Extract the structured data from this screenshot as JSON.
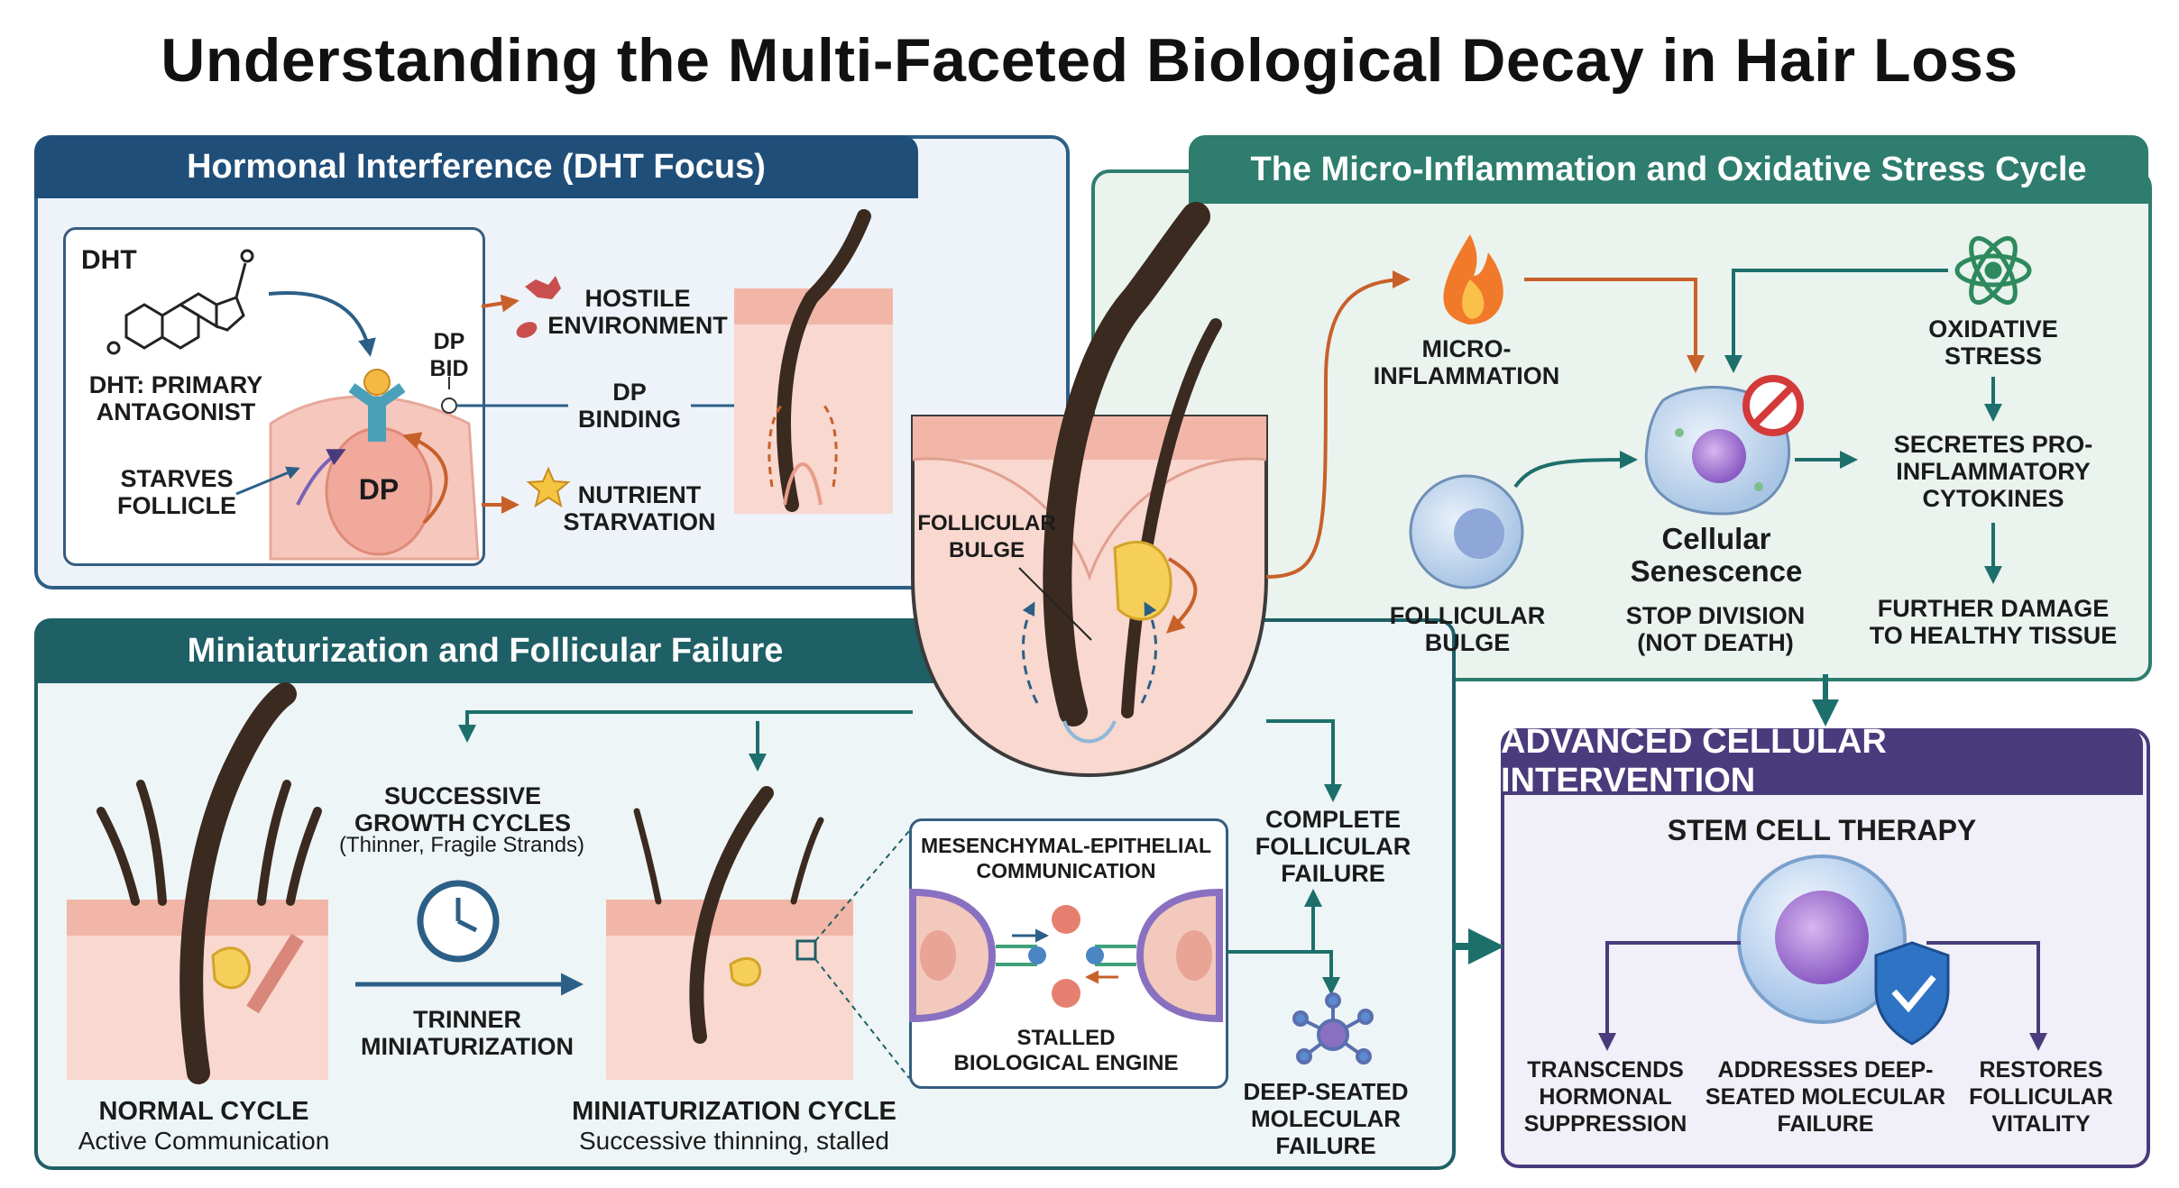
{
  "title": "Understanding the Multi-Faceted Biological Decay in Hair Loss",
  "colors": {
    "navy": "#1f4e79",
    "teal": "#2e7d6e",
    "purple": "#4a3b7c",
    "arrow_orange": "#c8602a",
    "arrow_teal": "#1d6f6b",
    "skin": "#f6d3c9",
    "hair": "#3b2a20"
  },
  "hormonal": {
    "header": "Hormonal Interference (DHT Focus)",
    "dht": "DHT",
    "primary_antagonist": "DHT: PRIMARY ANTAGONIST",
    "starves_follicle": "STARVES FOLLICLE",
    "dp": "DP",
    "dp_bid": "DP BID",
    "hostile_environment": "HOSTILE ENVIRONMENT",
    "dp_binding": "DP BINDING",
    "nutrient_starvation": "NUTRIENT STARVATION"
  },
  "center": {
    "follicular_bulge": "FOLLICULAR BULGE"
  },
  "inflammation": {
    "header": "The Micro-Inflammation and Oxidative Stress Cycle",
    "micro_inflammation": "MICRO- INFLAMMATION",
    "oxidative_stress": "OXIDATIVE STRESS",
    "secretes": "SECRETES PRO-INFLAMMATORY CYTOKINES",
    "cellular_senescence": "Cellular Senescence",
    "stop_division": "STOP DIVISION (NOT DEATH)",
    "follicular_bulge": "FOLLICULAR BULGE",
    "further_damage": "FURTHER DAMAGE TO HEALTHY TISSUE"
  },
  "miniaturization": {
    "header": "Miniaturization and Follicular Failure",
    "successive_growth": "SUCCESSIVE GROWTH CYCLES",
    "thinner_fragile": "(Thinner, Fragile Strands)",
    "trinner": "TRINNER MINIATURIZATION",
    "normal_cycle": "NORMAL CYCLE",
    "active_communication": "Active Communication",
    "miniaturization_cycle": "MINIATURIZATION CYCLE",
    "successive_thinning": "Successive thinning, stalled",
    "mesenchymal": "MESENCHYMAL-EPITHELIAL COMMUNICATION",
    "stalled_engine": "STALLED BIOLOGICAL ENGINE",
    "complete_failure": "COMPLETE FOLLICULAR FAILURE",
    "deep_seated": "DEEP-SEATED MOLECULAR FAILURE"
  },
  "intervention": {
    "header": "ADVANCED CELLULAR INTERVENTION",
    "stem_cell": "STEM CELL THERAPY",
    "transcends": "TRANSCENDS HORMONAL SUPPRESSION",
    "addresses": "ADDRESSES DEEP-SEATED MOLECULAR FAILURE",
    "restores": "RESTORES FOLLICULAR VITALITY"
  }
}
